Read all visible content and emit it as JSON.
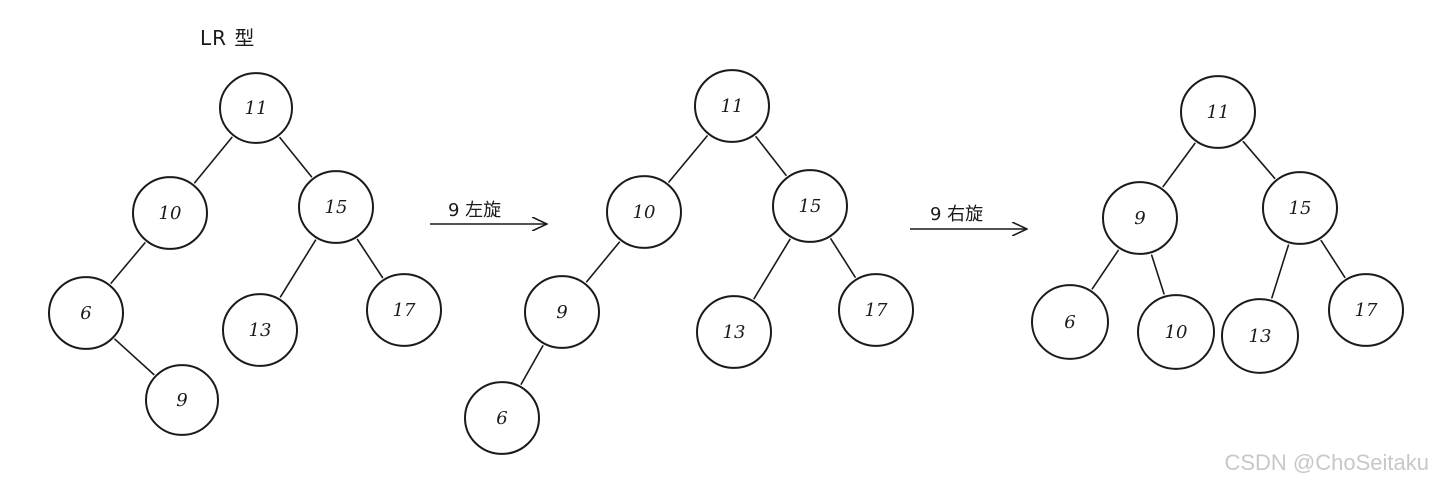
{
  "title": "LR 型",
  "watermark": "CSDN @ChoSeitaku",
  "step1_label": "9 左旋",
  "step2_label": "9 右旋",
  "trees": [
    {
      "id": "tree1",
      "nodes": [
        {
          "key": "n11",
          "label": "11"
        },
        {
          "key": "n10",
          "label": "10"
        },
        {
          "key": "n15",
          "label": "15"
        },
        {
          "key": "n6",
          "label": "6"
        },
        {
          "key": "n9",
          "label": "9"
        },
        {
          "key": "n13",
          "label": "13"
        },
        {
          "key": "n17",
          "label": "17"
        }
      ],
      "edges": [
        [
          "n11",
          "n10"
        ],
        [
          "n11",
          "n15"
        ],
        [
          "n10",
          "n6"
        ],
        [
          "n6",
          "n9"
        ],
        [
          "n15",
          "n13"
        ],
        [
          "n15",
          "n17"
        ]
      ]
    },
    {
      "id": "tree2",
      "nodes": [
        {
          "key": "n11",
          "label": "11"
        },
        {
          "key": "n10",
          "label": "10"
        },
        {
          "key": "n15",
          "label": "15"
        },
        {
          "key": "n9",
          "label": "9"
        },
        {
          "key": "n6",
          "label": "6"
        },
        {
          "key": "n13",
          "label": "13"
        },
        {
          "key": "n17",
          "label": "17"
        }
      ],
      "edges": [
        [
          "n11",
          "n10"
        ],
        [
          "n11",
          "n15"
        ],
        [
          "n10",
          "n9"
        ],
        [
          "n9",
          "n6"
        ],
        [
          "n15",
          "n13"
        ],
        [
          "n15",
          "n17"
        ]
      ]
    },
    {
      "id": "tree3",
      "nodes": [
        {
          "key": "n11",
          "label": "11"
        },
        {
          "key": "n9",
          "label": "9"
        },
        {
          "key": "n15",
          "label": "15"
        },
        {
          "key": "n6",
          "label": "6"
        },
        {
          "key": "n10",
          "label": "10"
        },
        {
          "key": "n13",
          "label": "13"
        },
        {
          "key": "n17",
          "label": "17"
        }
      ],
      "edges": [
        [
          "n11",
          "n9"
        ],
        [
          "n11",
          "n15"
        ],
        [
          "n9",
          "n6"
        ],
        [
          "n9",
          "n10"
        ],
        [
          "n15",
          "n13"
        ],
        [
          "n15",
          "n17"
        ]
      ]
    }
  ]
}
